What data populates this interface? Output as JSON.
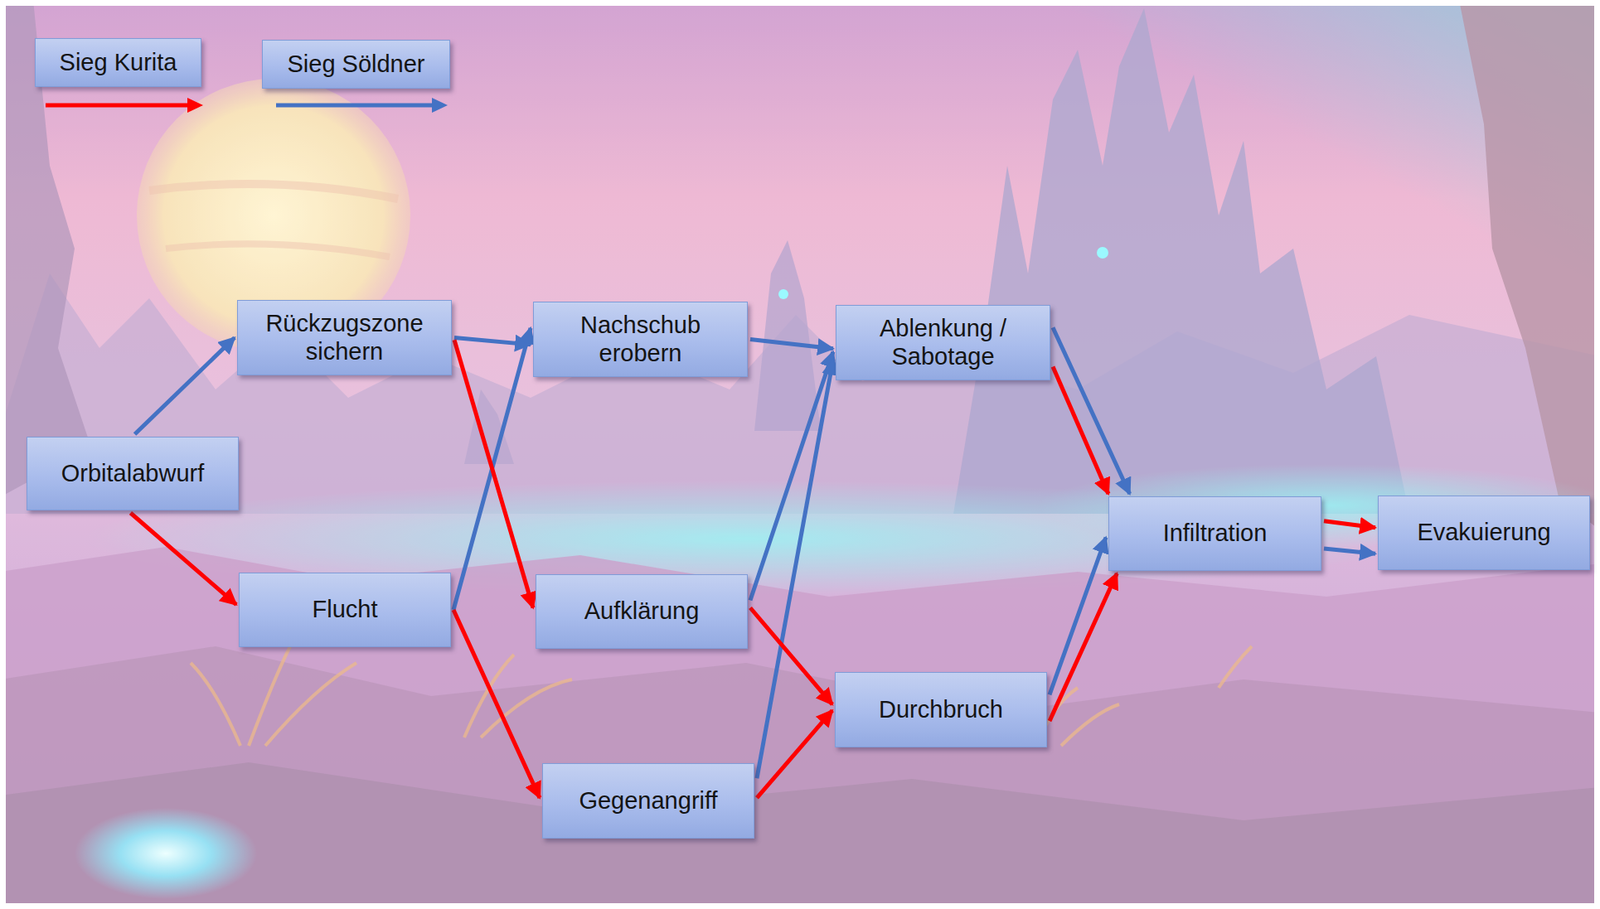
{
  "diagram": {
    "nodes": [
      {
        "text": [
          "Orbitalabwurf"
        ]
      },
      {
        "text": [
          "Rückzugszone sichern"
        ]
      },
      {
        "text": [
          "Flucht"
        ]
      },
      {
        "text": [
          "Nachschub erobern"
        ]
      },
      {
        "text": [
          "Aufklärung"
        ]
      },
      {
        "text": [
          "Gegenangriff"
        ]
      },
      {
        "text": [
          "Ablenkung / Sabotage"
        ]
      },
      {
        "text": [
          "Durchbruch"
        ]
      },
      {
        "text": [
          "Infiltration"
        ]
      },
      {
        "text": [
          "Evakuierung"
        ]
      }
    ],
    "edges": [
      {
        "from": 0,
        "to": 1,
        "arrow": "to"
      },
      {
        "from": 1,
        "to": 3,
        "arrow": "to"
      },
      {
        "from": 2,
        "to": 3,
        "arrow": "to"
      },
      {
        "from": 3,
        "to": 6,
        "arrow": "to"
      },
      {
        "from": 4,
        "to": 6,
        "arrow": "to"
      },
      {
        "from": 5,
        "to": 6,
        "arrow": "to"
      },
      {
        "from": 6,
        "to": 8,
        "arrow": "to"
      },
      {
        "from": 7,
        "to": 8,
        "arrow": "to"
      },
      {
        "from": 8,
        "to": 9,
        "arrow": "to"
      },
      {
        "from": 0,
        "to": 2,
        "arrow": "to"
      },
      {
        "from": 1,
        "to": 4,
        "arrow": "to"
      },
      {
        "from": 2,
        "to": 5,
        "arrow": "to"
      },
      {
        "from": 4,
        "to": 7,
        "arrow": "to"
      },
      {
        "from": 5,
        "to": 7,
        "arrow": "to"
      },
      {
        "from": 6,
        "to": 8,
        "arrow": "to"
      },
      {
        "from": 7,
        "to": 8,
        "arrow": "to"
      },
      {
        "from": 8,
        "to": 9,
        "arrow": "to"
      }
    ],
    "legend": [
      {
        "text": "Sieg Kurita"
      },
      {
        "text": "Sieg Söldner"
      }
    ]
  }
}
